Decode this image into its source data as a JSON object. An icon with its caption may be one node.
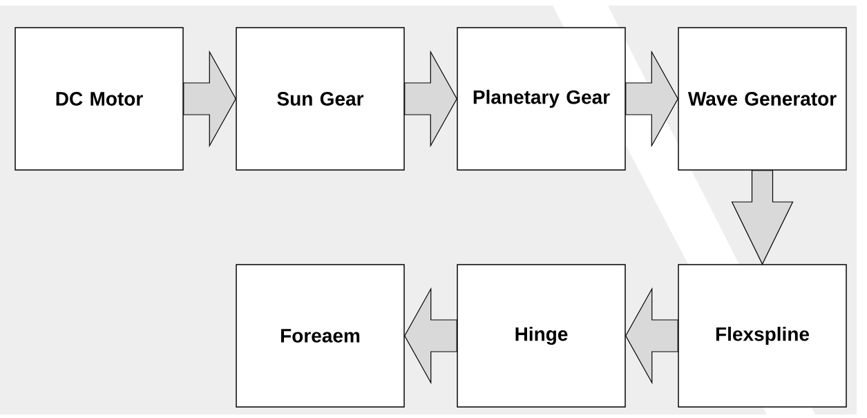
{
  "diagram": {
    "nodes": [
      {
        "text": [
          "DC Motor"
        ]
      },
      {
        "text": [
          "Sun Gear"
        ]
      },
      {
        "text": [
          "Planetary Gear"
        ]
      },
      {
        "text": [
          "Wave Generator"
        ]
      },
      {
        "text": [
          "Flexspline"
        ]
      },
      {
        "text": [
          "Hinge"
        ]
      },
      {
        "text": [
          "Foreaem"
        ]
      }
    ],
    "edges": [
      {
        "from": 0,
        "to": 1,
        "arrow": "to"
      },
      {
        "from": 1,
        "to": 2,
        "arrow": "to"
      },
      {
        "from": 2,
        "to": 3,
        "arrow": "to"
      },
      {
        "from": 3,
        "to": 4,
        "arrow": "to"
      },
      {
        "from": 4,
        "to": 5,
        "arrow": "to"
      },
      {
        "from": 5,
        "to": 6,
        "arrow": "to"
      }
    ]
  }
}
